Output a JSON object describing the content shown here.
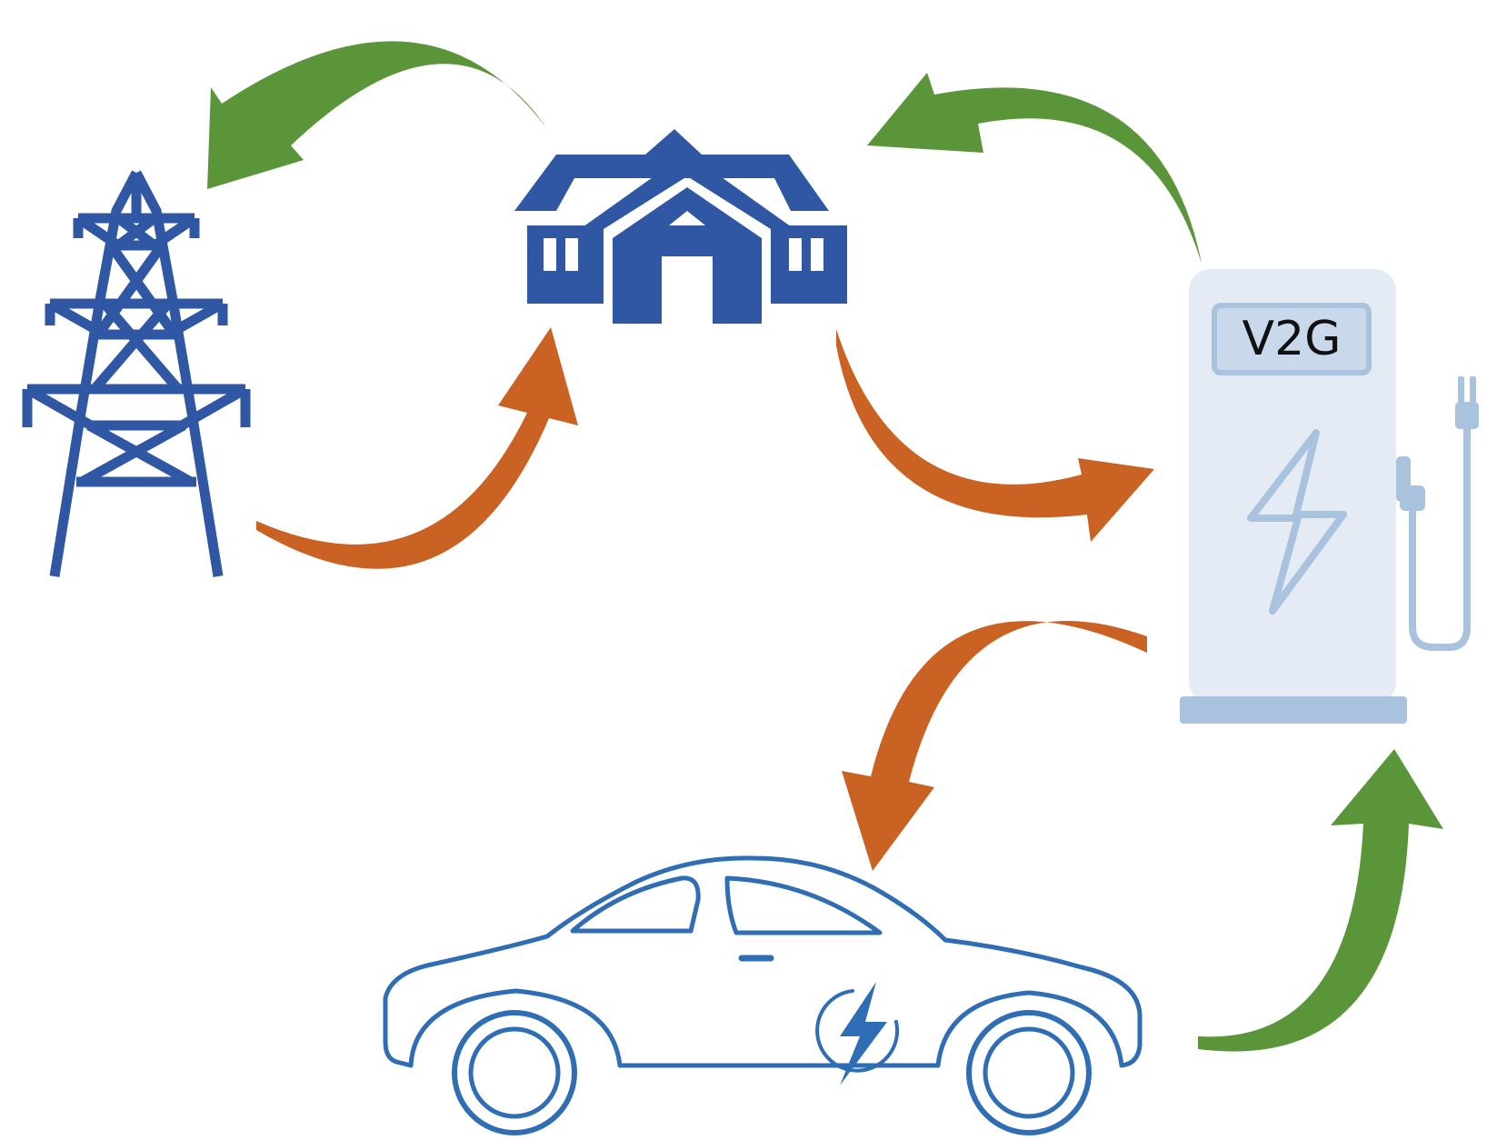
{
  "colors": {
    "background": "#ffffff",
    "icon_blue": "#2f57a3",
    "car_blue": "#2f6db5",
    "charger_light": "#e4ebf4",
    "charger_accent": "#a9c2dd",
    "arrow_orange": "#c96222",
    "arrow_green": "#5b953a"
  },
  "nodes": {
    "power_grid": {
      "icon": "transmission-tower-icon"
    },
    "house": {
      "icon": "house-icon"
    },
    "charger": {
      "icon": "charging-station-icon",
      "label": "V2G"
    },
    "vehicle": {
      "icon": "electric-car-icon"
    }
  },
  "flows": [
    {
      "from": "power_grid",
      "to": "house",
      "color": "orange"
    },
    {
      "from": "house",
      "to": "charger",
      "color": "orange"
    },
    {
      "from": "charger",
      "to": "vehicle",
      "color": "orange"
    },
    {
      "from": "vehicle",
      "to": "charger",
      "color": "green"
    },
    {
      "from": "charger",
      "to": "house",
      "color": "green"
    },
    {
      "from": "house",
      "to": "power_grid",
      "color": "green"
    }
  ]
}
